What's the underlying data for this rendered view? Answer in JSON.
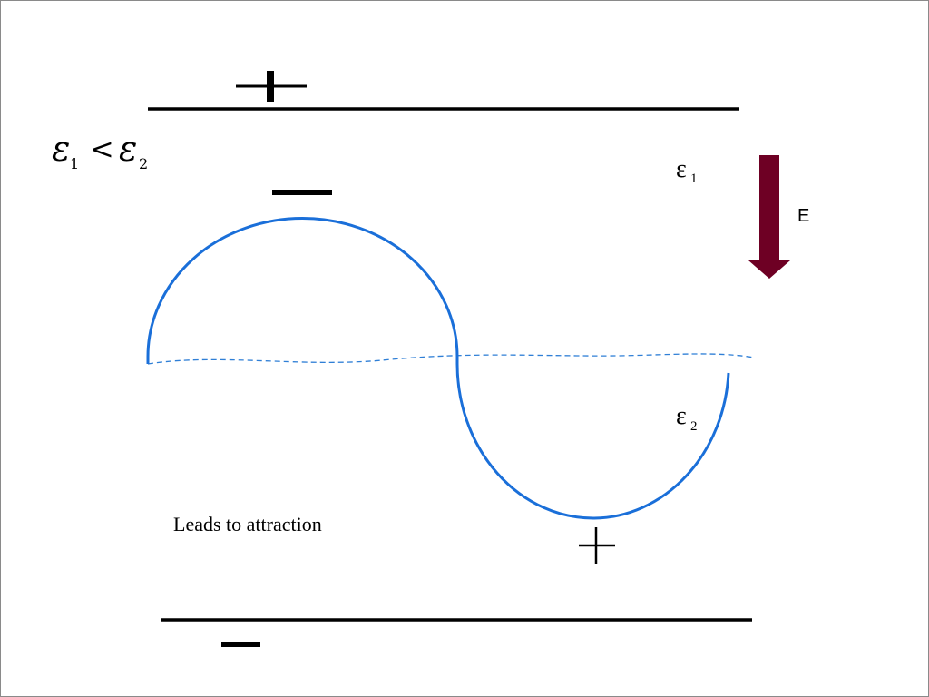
{
  "relation": {
    "eps": "ε",
    "sub_left": "1",
    "op": "<",
    "sub_right": "2"
  },
  "region_top": {
    "symbol": "ε",
    "sub": "1"
  },
  "region_bottom": {
    "symbol": "ε",
    "sub": "2"
  },
  "field_label": "E",
  "caption": "Leads to attraction",
  "colors": {
    "curve": "#1a6fd9",
    "interface": "#2f7fd6",
    "field_arrow": "#6e0024",
    "plate": "#000000"
  }
}
